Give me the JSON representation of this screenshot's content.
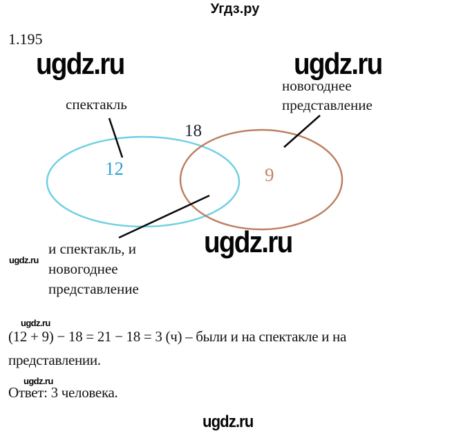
{
  "header": {
    "site_title": "Угдз.ру",
    "problem_number": "1.195"
  },
  "watermarks": {
    "large": "ugdz.ru",
    "small": "ugdz.ru",
    "bottom": "ugdz.ru"
  },
  "diagram": {
    "union_total": "18",
    "set_a": {
      "label": "спектакль",
      "value": "12",
      "color": "#6fd0e2",
      "value_color": "#2ba3d4"
    },
    "set_b": {
      "label_lines": [
        "новогоднее",
        "представление"
      ],
      "value": "9",
      "color": "#bd7f60",
      "value_color": "#c5845f"
    },
    "intersection_label_lines": [
      "и спектакль, и",
      "новогоднее",
      "представление"
    ],
    "pointer_line_color": "#0a0a0a"
  },
  "solution": {
    "equation_line1": "(12 + 9) − 18 = 21 − 18 = 3 (ч) – были и на спектакле и на",
    "equation_line2": "представлении.",
    "answer": "Ответ: 3 человека."
  }
}
